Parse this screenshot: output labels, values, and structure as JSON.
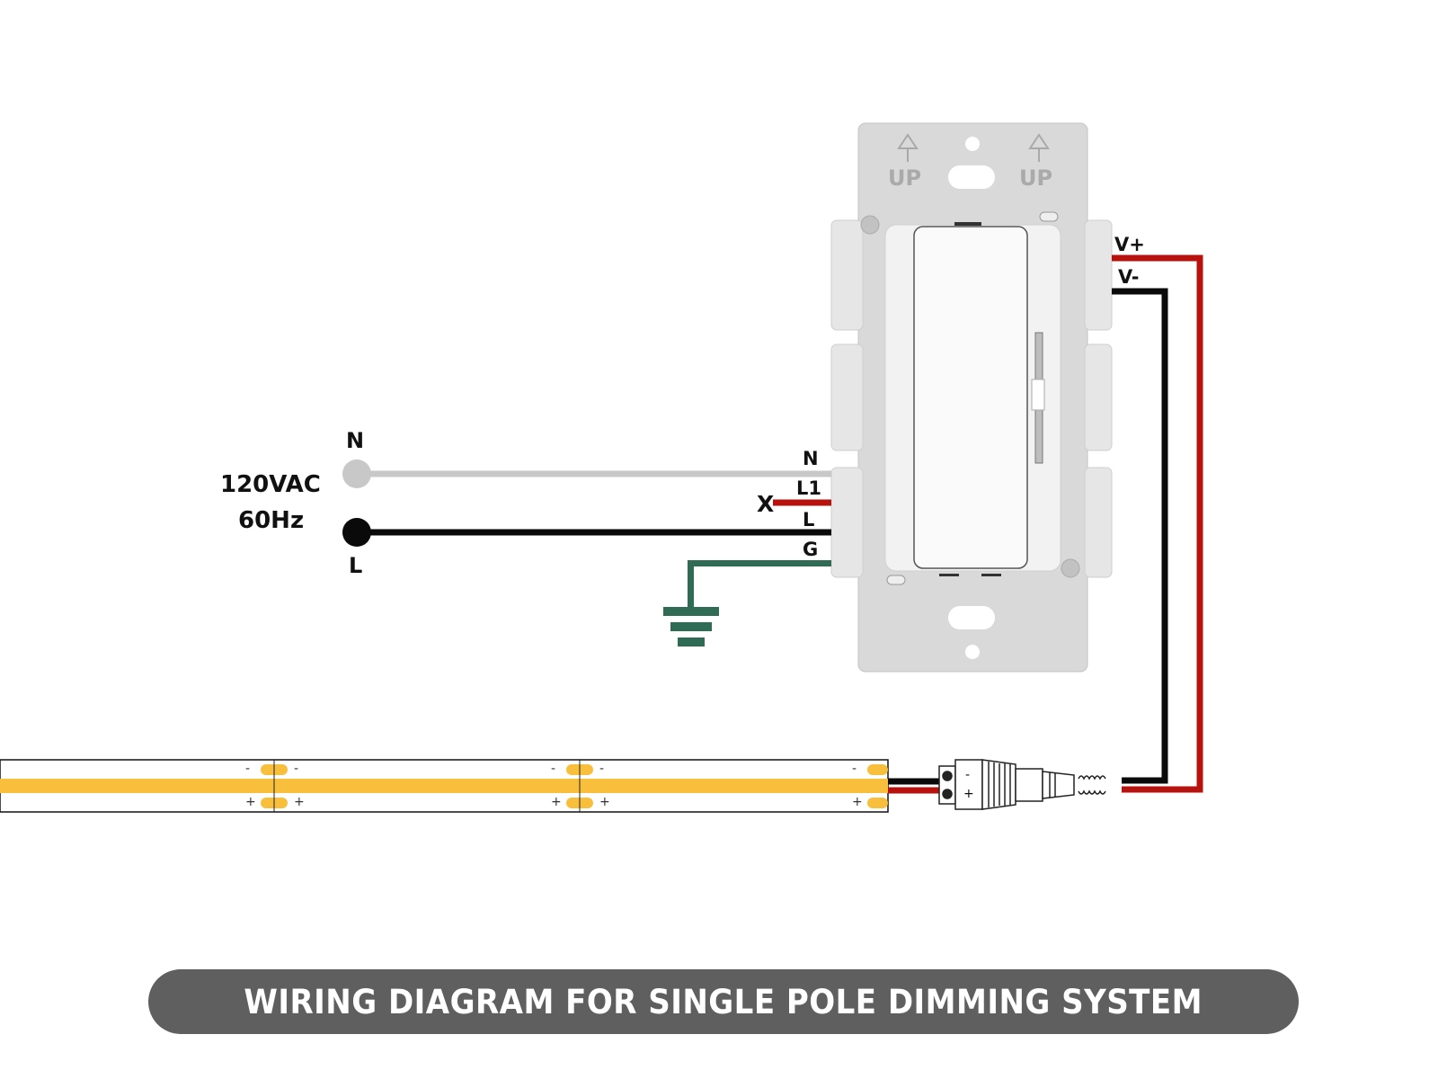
{
  "title": "WIRING DIAGRAM FOR SINGLE POLE DIMMING SYSTEM",
  "power_source": {
    "voltage": "120VAC",
    "frequency": "60Hz",
    "neutral_label": "N",
    "line_label": "L"
  },
  "dimmer": {
    "plate_labels": [
      "UP",
      "UP"
    ],
    "input_terminals": [
      "N",
      "L1",
      "L",
      "G"
    ],
    "capped_marker": "X",
    "output_terminals": [
      "V+",
      "V-"
    ]
  },
  "connector": {
    "minus_label": "-",
    "plus_label": "+"
  },
  "led_strip": {
    "segment_marks": [
      "-",
      "+"
    ]
  },
  "colors": {
    "neutral_wire": "#c8c8c8",
    "line_wire": "#0a0a0a",
    "l1_wire": "#b8120f",
    "ground_wire": "#2f6b55",
    "positive_wire": "#b8120f",
    "negative_wire": "#0a0a0a",
    "led_strip": "#f8bf3c",
    "banner": "#5f5f5f"
  }
}
